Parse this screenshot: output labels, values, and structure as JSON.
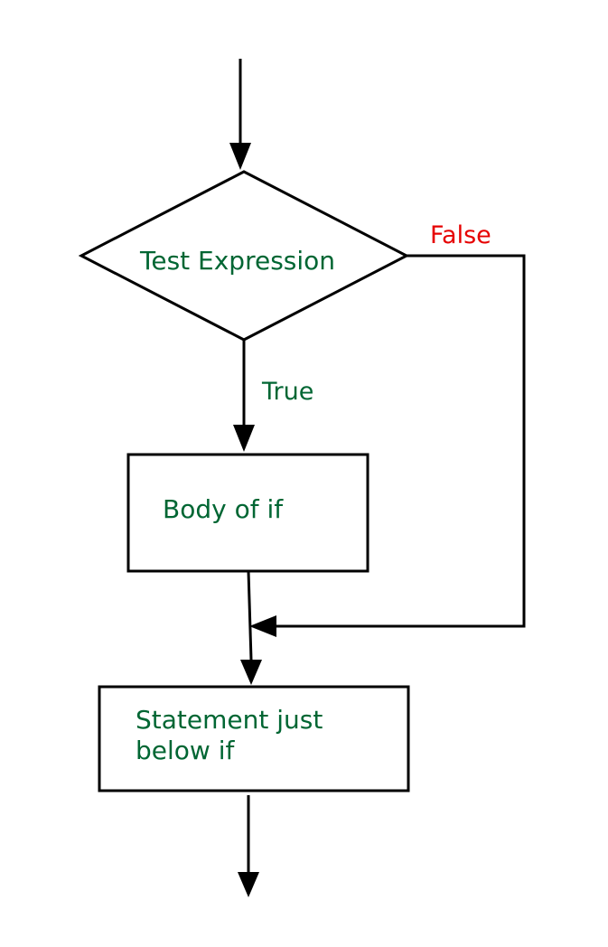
{
  "diagram": {
    "nodes": {
      "decision": {
        "label": "Test Expression"
      },
      "body": {
        "label": "Body of if"
      },
      "next": {
        "line1": "Statement just",
        "line2": "below if"
      }
    },
    "edges": {
      "true_label": "True",
      "false_label": "False"
    },
    "colors": {
      "node_text": "#006633",
      "false_label": "#e60000",
      "stroke": "#000000",
      "background": "#ffffff"
    }
  }
}
